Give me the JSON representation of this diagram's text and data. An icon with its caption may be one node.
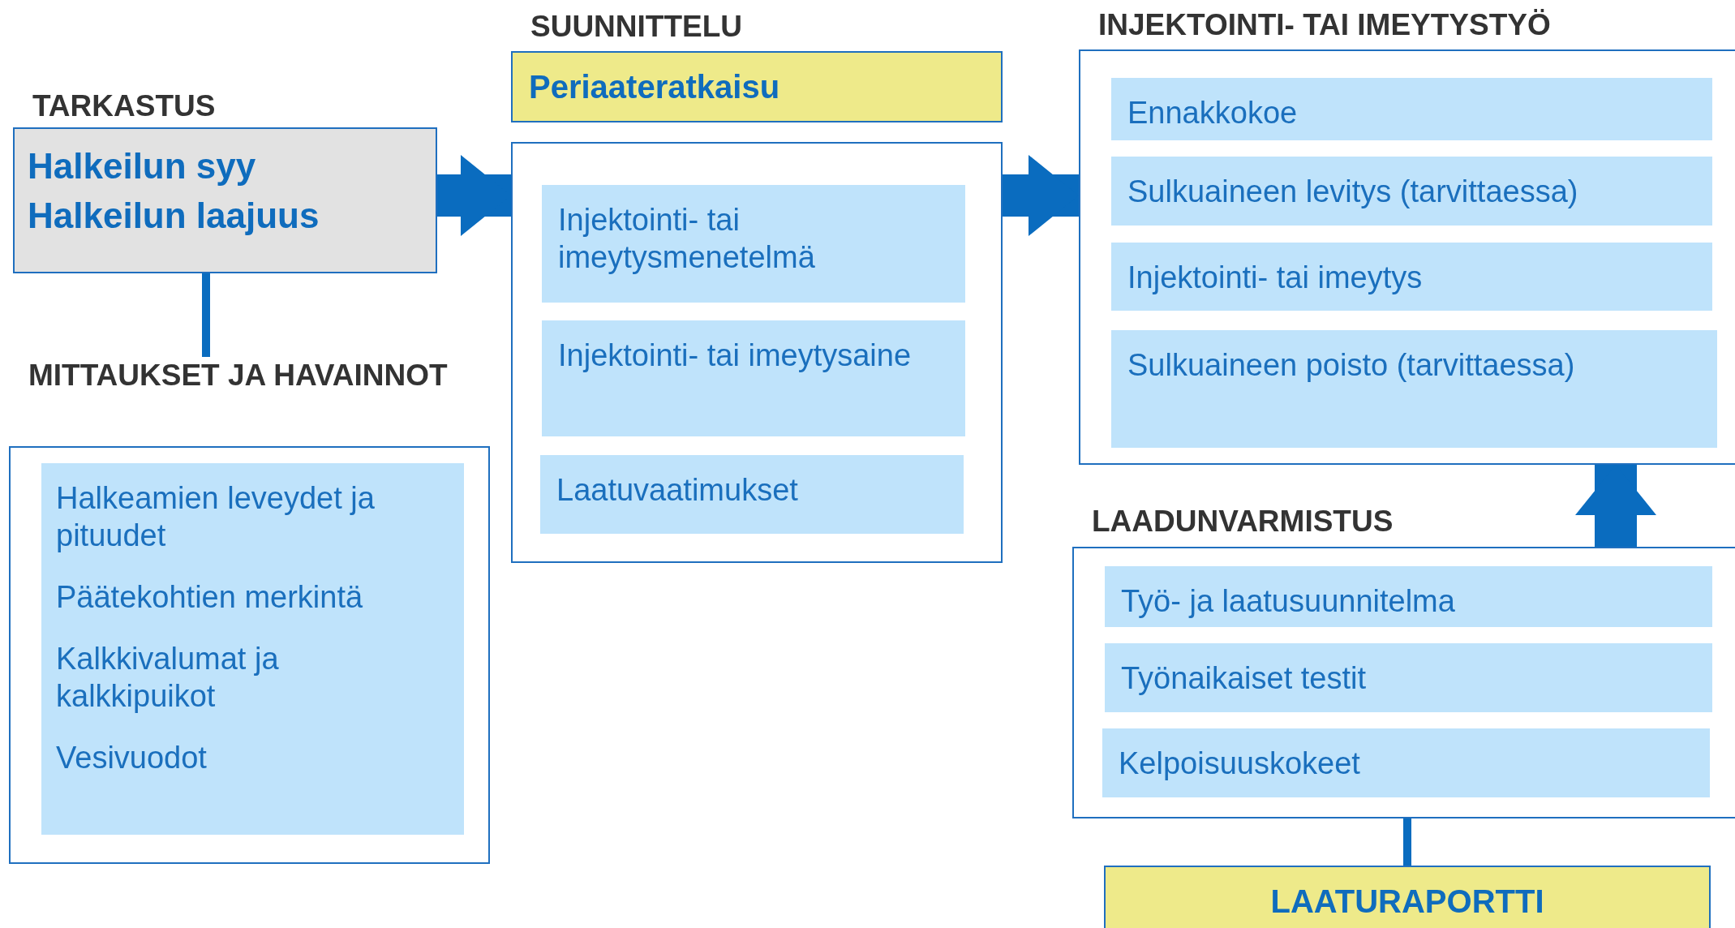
{
  "diagram": {
    "nodes": [
      {
        "text": [
          "TARKASTUS",
          "Halkeilun syy",
          "Halkeilun laajuus"
        ]
      },
      {
        "text": [
          "MITTAUKSET JA HAVAINNOT"
        ]
      },
      {
        "text": [
          "Halkeamien leveydet ja pituudet",
          "Päätekohtien merkintä",
          "Kalkkivalumat ja kalkkipuikot",
          "Vesivuodot"
        ],
        "in": 1
      },
      {
        "text": [
          "SUUNNITTELU",
          "Periaateratkaisu"
        ]
      },
      {
        "text": [],
        "shape": "box"
      },
      {
        "text": [
          "Injektointi- tai imeytysmenetelmä"
        ],
        "in": 4
      },
      {
        "text": [
          "Injektointi- tai imeytysaine"
        ],
        "in": 4
      },
      {
        "text": [
          "Laatuvaatimukset"
        ],
        "in": 4
      },
      {
        "text": [
          "INJEKTOINTI- TAI IMEYTYSTYÖ"
        ]
      },
      {
        "text": [
          "Ennakkokoe"
        ],
        "in": 8
      },
      {
        "text": [
          "Sulkuaineen levitys (tarvittaessa)"
        ],
        "in": 8
      },
      {
        "text": [
          "Injektointi- tai imeytys"
        ],
        "in": 8
      },
      {
        "text": [
          "Sulkuaineen poisto (tarvittaessa)"
        ],
        "in": 8
      },
      {
        "text": [
          "LAADUNVARMISTUS"
        ]
      },
      {
        "text": [
          "Työ- ja laatusuunnitelma"
        ],
        "in": 13
      },
      {
        "text": [
          "Työnaikaiset testit"
        ],
        "in": 13
      },
      {
        "text": [
          "Kelpoisuuskokeet"
        ],
        "in": 13
      },
      {
        "text": [
          "LAATURAPORTTI"
        ]
      }
    ],
    "edges": [
      {
        "from": 0,
        "to": 1,
        "arrow": "none"
      },
      {
        "from": 0,
        "to": 4,
        "arrow": "to"
      },
      {
        "from": 4,
        "to": 8,
        "arrow": "to"
      },
      {
        "from": 13,
        "to": 8,
        "arrow": "to"
      },
      {
        "from": 13,
        "to": 17,
        "arrow": "none"
      }
    ]
  }
}
